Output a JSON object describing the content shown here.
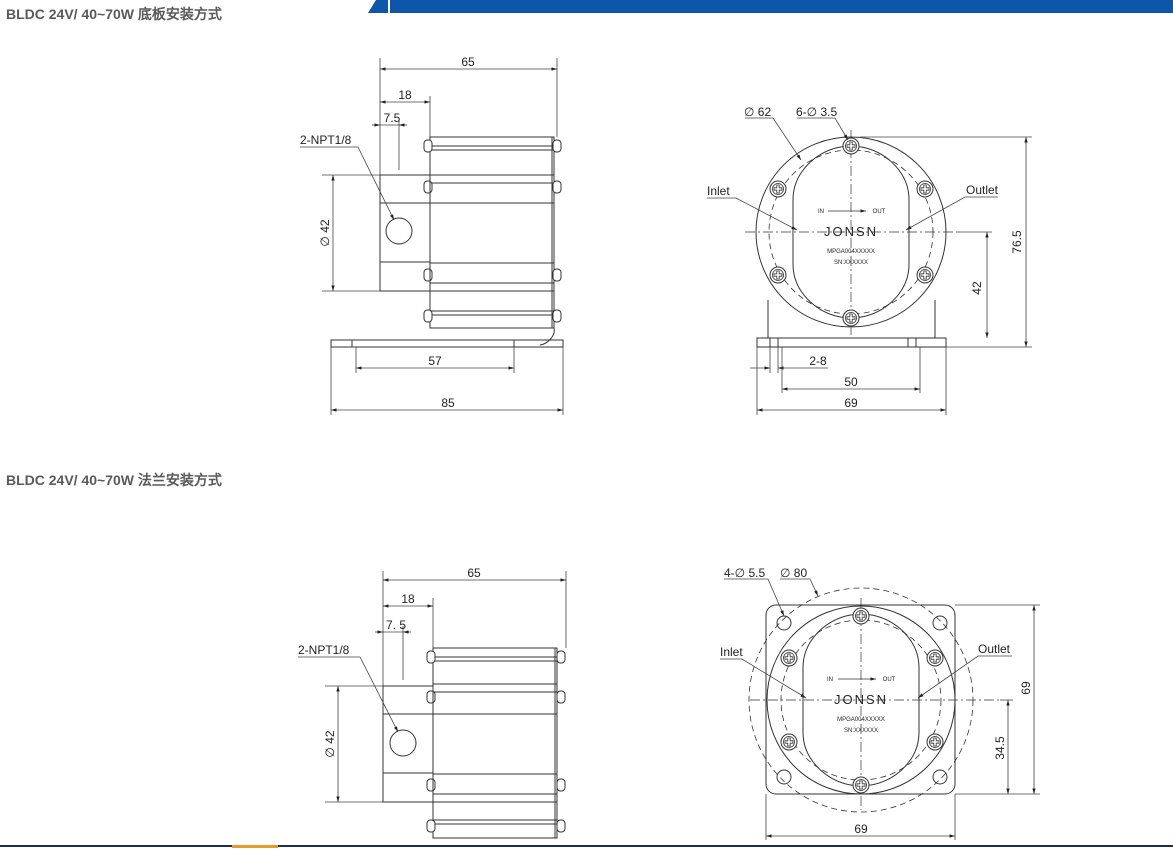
{
  "titles": {
    "base_mount": "BLDC 24V/ 40~70W 底板安装方式",
    "flange_mount": "BLDC 24V/ 40~70W 法兰安装方式"
  },
  "colors": {
    "header_bar": "#0d56a8",
    "title_text": "#5a5a5a",
    "line": "#333333"
  },
  "base_side": {
    "dims": {
      "d65": "65",
      "d18": "18",
      "d7_5": "7.5",
      "port": "2-NPT1/8",
      "dia42": "∅ 42",
      "d57": "57",
      "d85": "85"
    }
  },
  "base_front": {
    "dims": {
      "dia62": "∅ 62",
      "holes": "6-∅ 3.5",
      "inlet": "Inlet",
      "outlet": "Outlet",
      "d76_5": "76.5",
      "d42": "42",
      "slots": "2-8",
      "d50": "50",
      "d69": "69"
    },
    "label": {
      "in": "IN",
      "out": "OUT",
      "brand": "JONSN",
      "model": "MPGA004XXXXX",
      "sn": "SN:XXXXXX"
    }
  },
  "flange_side": {
    "dims": {
      "d65": "65",
      "d18": "18",
      "d7_5": "7. 5",
      "port": "2-NPT1/8",
      "dia42": "∅ 42"
    }
  },
  "flange_front": {
    "dims": {
      "holes": "4-∅ 5.5",
      "dia80": "∅ 80",
      "inlet": "Inlet",
      "outlet": "Outlet",
      "d69v": "69",
      "d34_5": "34.5",
      "d69h": "69"
    },
    "label": {
      "in": "IN",
      "out": "OUT",
      "brand": "JONSN",
      "model": "MPGA004XXXXX",
      "sn": "SN:XXXXXX"
    }
  }
}
